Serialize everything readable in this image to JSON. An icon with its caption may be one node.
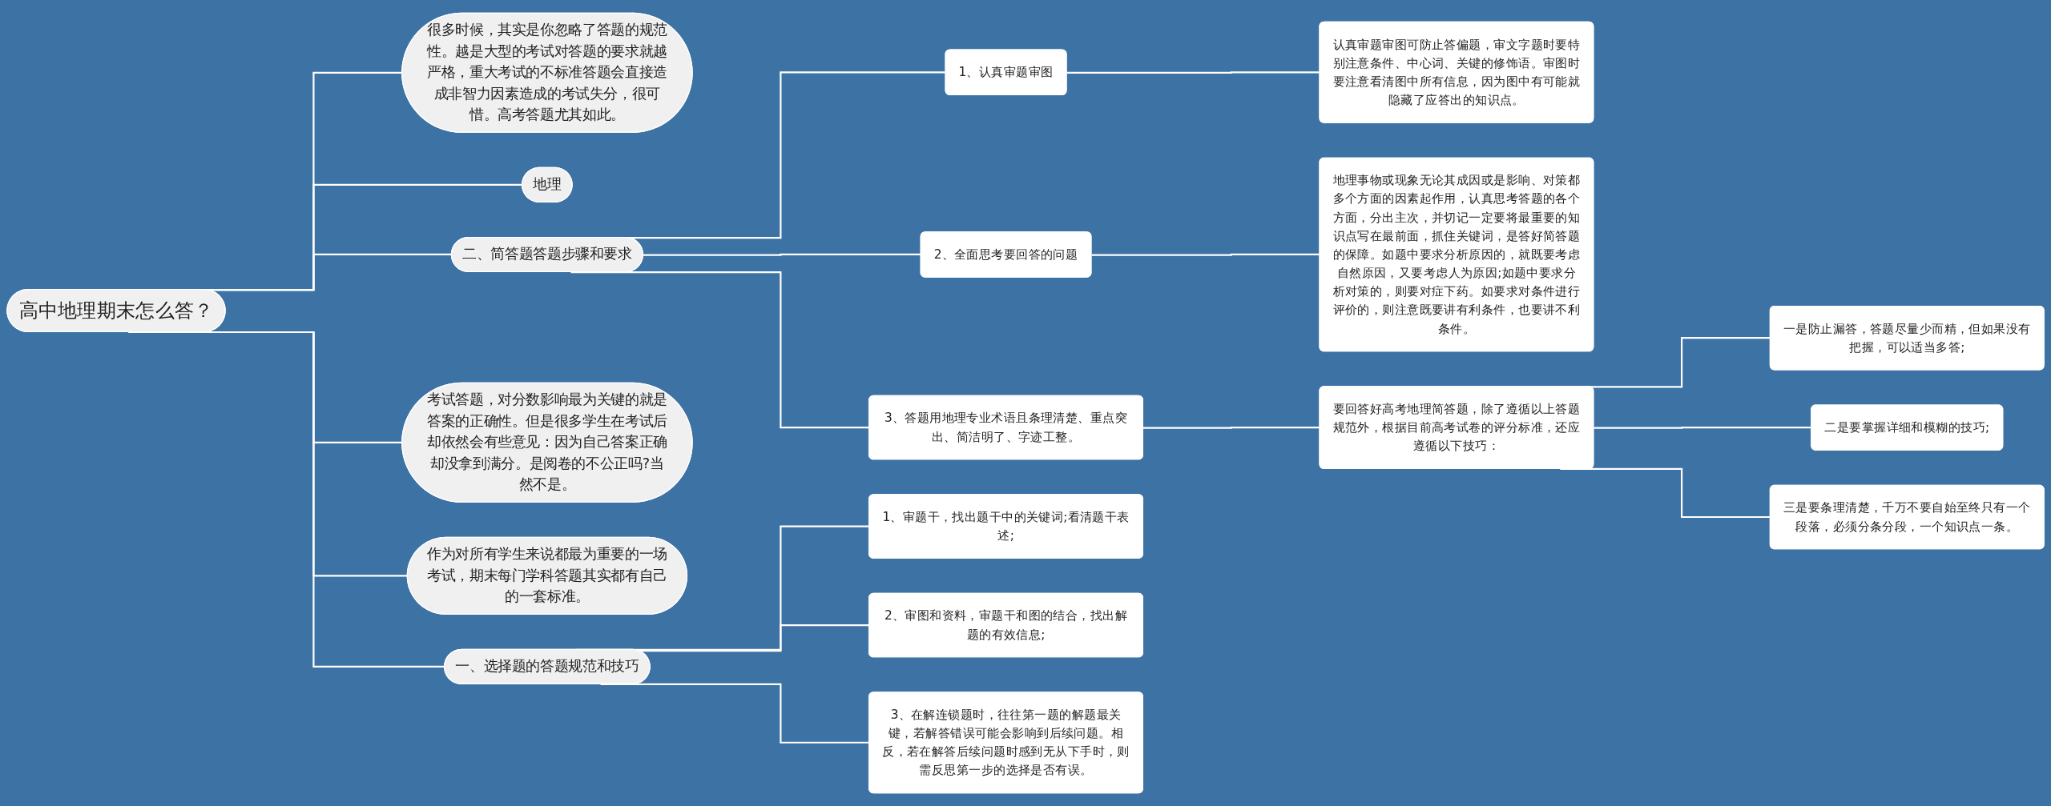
{
  "diagram": {
    "nodes": [
      {
        "text": [
          "高中地理期末怎么答？"
        ]
      },
      {
        "text": [
          "很多时候，其实是你忽略了答题的规范性。越是大型的考试对答题的要求就越严格，重大考试的不标准答题会直接造成非智力因素造成的考试失分，很可惜。高考答题尤其如此。"
        ]
      },
      {
        "text": [
          "地理"
        ]
      },
      {
        "text": [
          "二、简答题答题步骤和要求"
        ]
      },
      {
        "text": [
          "1、认真审题审图"
        ]
      },
      {
        "text": [
          "认真审题审图可防止答偏题，审文字题时要特别注意条件、中心词、关键的修饰语。审图时要注意看清图中所有信息，因为图中有可能就隐藏了应答出的知识点。"
        ]
      },
      {
        "text": [
          "2、全面思考要回答的问题"
        ]
      },
      {
        "text": [
          "地理事物或现象无论其成因或是影响、对策都多个方面的因素起作用，认真思考答题的各个方面，分出主次，并切记一定要将最重要的知识点写在最前面，抓住关键词，是答好简答题的保障。如题中要求分析原因的，就既要考虑自然原因，又要考虑人为原因;如题中要求分析对策的，则要对症下药。如要求对条件进行评价的，则注意既要讲有利条件，也要讲不利条件。"
        ]
      },
      {
        "text": [
          "3、答题用地理专业术语且条理清楚、重点突出、简洁明了、字迹工整。"
        ]
      },
      {
        "text": [
          "要回答好高考地理简答题，除了遵循以上答题规范外，根据目前高考试卷的评分标准，还应遵循以下技巧："
        ]
      },
      {
        "text": [
          "一是防止漏答，答题尽量少而精，但如果没有把握，可以适当多答;"
        ]
      },
      {
        "text": [
          "二是要掌握详细和模糊的技巧;"
        ]
      },
      {
        "text": [
          "三是要条理清楚，千万不要自始至终只有一个段落，必须分条分段，一个知识点一条。"
        ]
      },
      {
        "text": [
          "考试答题，对分数影响最为关键的就是答案的正确性。但是很多学生在考试后却依然会有些意见：因为自己答案正确却没拿到满分。是阅卷的不公正吗?当然不是。"
        ]
      },
      {
        "text": [
          "作为对所有学生来说都最为重要的一场考试，期末每门学科答题其实都有自己的一套标准。"
        ]
      },
      {
        "text": [
          "一、选择题的答题规范和技巧"
        ]
      },
      {
        "text": [
          "1、审题干，找出题干中的关键词;看清题干表述;"
        ]
      },
      {
        "text": [
          "2、审图和资料，审题干和图的结合，找出解题的有效信息;"
        ]
      },
      {
        "text": [
          "3、在解连锁题时，往往第一题的解题最关键，若解答错误可能会影响到后续问题。相反，若在解答后续问题时感到无从下手时，则需反思第一步的选择是否有误。"
        ]
      }
    ],
    "edges": [
      {
        "from": 0,
        "to": 1,
        "arrow": "none"
      },
      {
        "from": 0,
        "to": 2,
        "arrow": "none"
      },
      {
        "from": 0,
        "to": 3,
        "arrow": "none"
      },
      {
        "from": 3,
        "to": 4,
        "arrow": "none"
      },
      {
        "from": 4,
        "to": 5,
        "arrow": "none"
      },
      {
        "from": 3,
        "to": 6,
        "arrow": "none"
      },
      {
        "from": 6,
        "to": 7,
        "arrow": "none"
      },
      {
        "from": 3,
        "to": 8,
        "arrow": "none"
      },
      {
        "from": 8,
        "to": 9,
        "arrow": "none"
      },
      {
        "from": 9,
        "to": 10,
        "arrow": "none"
      },
      {
        "from": 9,
        "to": 11,
        "arrow": "none"
      },
      {
        "from": 9,
        "to": 12,
        "arrow": "none"
      },
      {
        "from": 0,
        "to": 13,
        "arrow": "none"
      },
      {
        "from": 0,
        "to": 14,
        "arrow": "none"
      },
      {
        "from": 0,
        "to": 15,
        "arrow": "none"
      },
      {
        "from": 15,
        "to": 16,
        "arrow": "none"
      },
      {
        "from": 15,
        "to": 17,
        "arrow": "none"
      },
      {
        "from": 15,
        "to": 18,
        "arrow": "none"
      }
    ]
  }
}
